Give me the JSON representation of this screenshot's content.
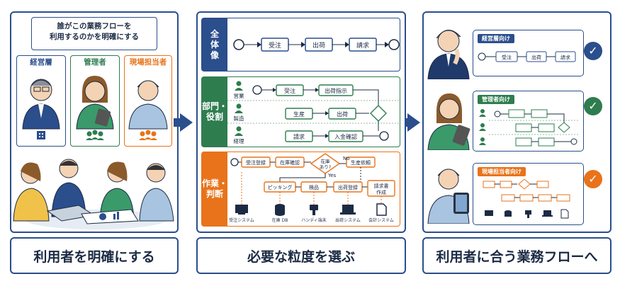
{
  "left": {
    "question": "誰がこの業務フローを利用するのかを明確にする",
    "question_line1": "誰がこの業務フローを",
    "question_line2": "利用するのかを明確にする",
    "roles": [
      {
        "label": "経営層",
        "color": "#2b4e8c"
      },
      {
        "label": "管理者",
        "color": "#2e7d4f"
      },
      {
        "label": "現場担当者",
        "color": "#e8731a"
      }
    ]
  },
  "middle": {
    "rows": [
      {
        "label": "全体像",
        "label_line1": "全",
        "label_line2": "体",
        "label_line3": "像",
        "color": "#2b4e8c",
        "nodes": [
          "受注",
          "出荷",
          "請求"
        ]
      },
      {
        "label": "部門・役割",
        "label_line1": "部門・",
        "label_line2": "役割",
        "color": "#2e7d4f",
        "lanes": [
          {
            "dept": "営業",
            "nodes": [
              "受注",
              "出荷指示"
            ]
          },
          {
            "dept": "製造",
            "nodes": [
              "生産",
              "出荷"
            ]
          },
          {
            "dept": "経理",
            "nodes": [
              "請求",
              "入金確認"
            ]
          }
        ]
      },
      {
        "label": "作業・判断",
        "label_line1": "作業・",
        "label_line2": "判断",
        "color": "#e8731a",
        "steps": [
          "受注登録",
          "在庫確認",
          "在庫あり?",
          "生産依頼",
          "ピッキング",
          "検品",
          "出荷登録",
          "請求書作成"
        ],
        "decision_line1": "在庫",
        "decision_line2": "あり?",
        "invoice_line1": "請求書",
        "invoice_line2": "作成",
        "no_label": "No",
        "yes_label": "Yes",
        "systems": [
          "受注システム",
          "在庫 DB",
          "ハンディ端末",
          "出荷システム",
          "会計システム"
        ]
      }
    ]
  },
  "right": {
    "items": [
      {
        "label": "経営層向け",
        "color": "#2b4e8c",
        "nodes": [
          "受注",
          "出荷",
          "請求"
        ]
      },
      {
        "label": "管理者向け",
        "color": "#2e7d4f"
      },
      {
        "label": "現場担当者向け",
        "color": "#e8731a"
      }
    ]
  },
  "captions": {
    "left": "利用者を明確にする",
    "middle": "必要な粒度を選ぶ",
    "right": "利用者に合う業務フローへ"
  },
  "colors": {
    "navy": "#2b4e8c",
    "green": "#2e7d4f",
    "orange": "#e8731a"
  }
}
